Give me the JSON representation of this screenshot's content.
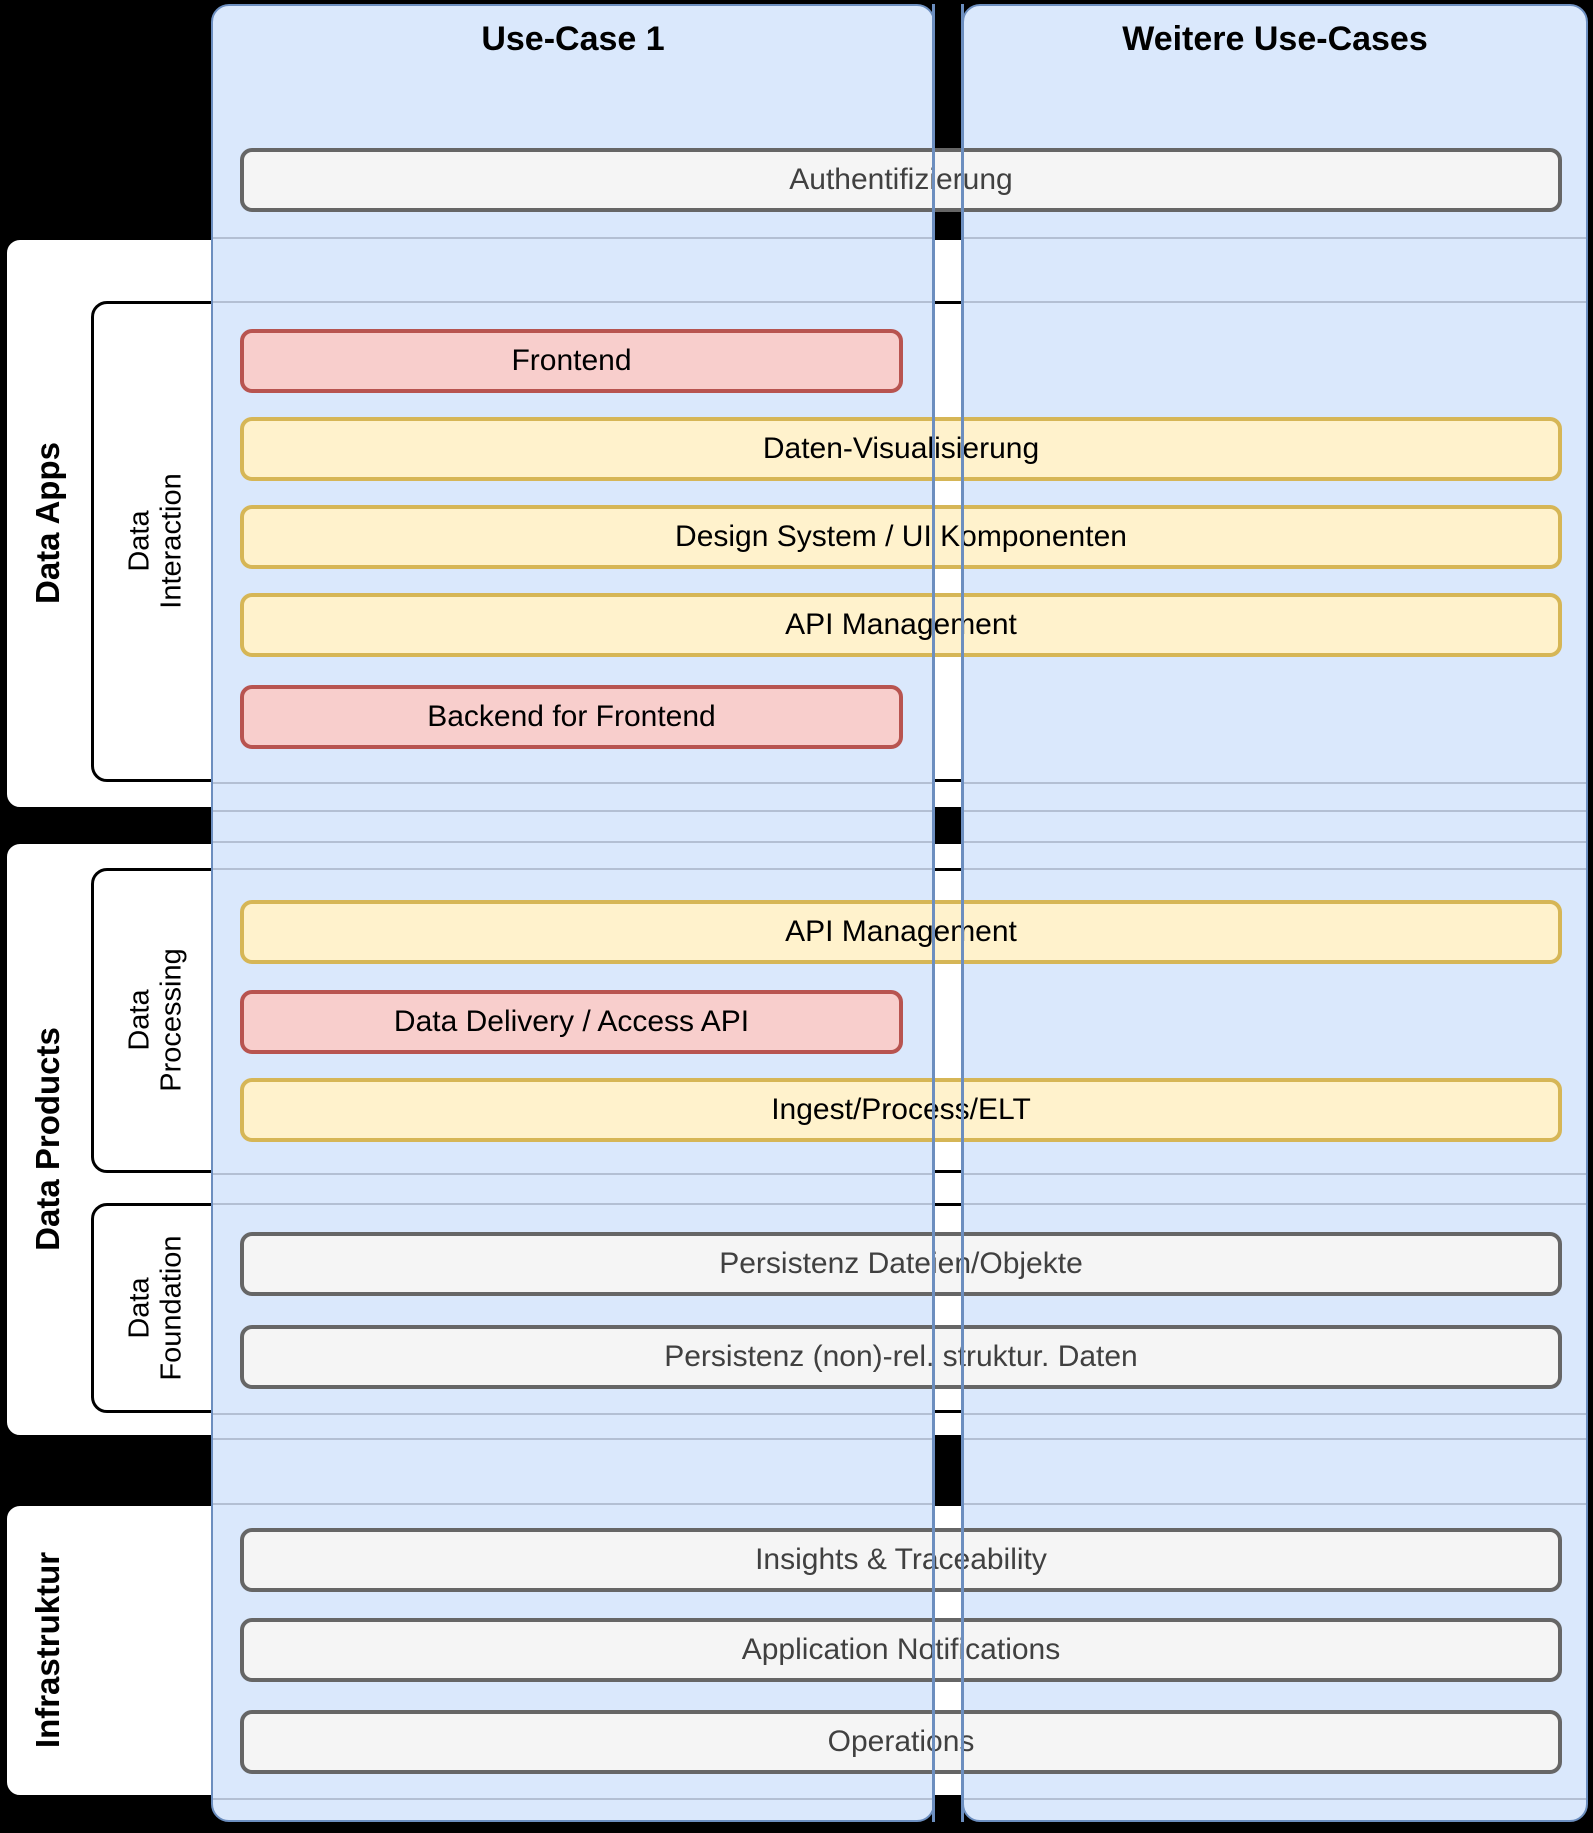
{
  "diagram_title": "Data platform use-case architecture",
  "colors": {
    "background": "#000000",
    "panel_fill": "#DAE8FC",
    "panel_stroke": "#6C8EBF",
    "group_box_fill": "#FFFFFF",
    "group_box_stroke": "#000000",
    "bar_gray_fill": "#F5F5F5",
    "bar_gray_stroke": "#666666",
    "bar_yellow_fill": "#FFF2CC",
    "bar_yellow_stroke": "#D6B656",
    "bar_red_fill": "#F8CECC",
    "bar_red_stroke": "#B85450",
    "text": "#000000",
    "gray_bar_text": "#404040"
  },
  "columns": [
    {
      "id": "use-case-1",
      "label": "Use-Case 1"
    },
    {
      "id": "weitere-use-cases",
      "label": "Weitere Use-Cases"
    }
  ],
  "sidebar": {
    "groups": [
      {
        "id": "data-apps",
        "label": "Data Apps",
        "sublayers": [
          {
            "id": "data-interaction",
            "label": "Data Interaction"
          }
        ]
      },
      {
        "id": "data-products",
        "label": "Data Products",
        "sublayers": [
          {
            "id": "data-processing",
            "label": "Data Processing"
          },
          {
            "id": "data-foundation",
            "label": "Data Foundation"
          }
        ]
      },
      {
        "id": "infrastruktur",
        "label": "Infrastruktur",
        "sublayers": []
      }
    ]
  },
  "bars": [
    {
      "id": "authentifizierung",
      "label": "Authentifizierung",
      "variant": "gray",
      "span": "full"
    },
    {
      "id": "frontend",
      "label": "Frontend",
      "variant": "red",
      "span": "short"
    },
    {
      "id": "daten-visualisierung",
      "label": "Daten-Visualisierung",
      "variant": "yellow",
      "span": "full"
    },
    {
      "id": "design-system",
      "label": "Design System / UI Komponenten",
      "variant": "yellow",
      "span": "full"
    },
    {
      "id": "api-management-1",
      "label": "API Management",
      "variant": "yellow",
      "span": "full"
    },
    {
      "id": "backend-for-frontend",
      "label": "Backend for Frontend",
      "variant": "red",
      "span": "short"
    },
    {
      "id": "api-management-2",
      "label": "API Management",
      "variant": "yellow",
      "span": "full"
    },
    {
      "id": "data-delivery-access-api",
      "label": "Data Delivery / Access API",
      "variant": "red",
      "span": "short"
    },
    {
      "id": "ingest-process-elt",
      "label": "Ingest/Process/ELT",
      "variant": "yellow",
      "span": "full"
    },
    {
      "id": "persistenz-dateien-objekte",
      "label": "Persistenz Dateien/Objekte",
      "variant": "gray",
      "span": "full"
    },
    {
      "id": "persistenz-non-rel",
      "label": "Persistenz (non)-rel. struktur. Daten",
      "variant": "gray",
      "span": "full"
    },
    {
      "id": "insights-traceability",
      "label": "Insights & Traceability",
      "variant": "gray",
      "span": "full"
    },
    {
      "id": "application-notifications",
      "label": "Application Notifications",
      "variant": "gray",
      "span": "full"
    },
    {
      "id": "operations",
      "label": "Operations",
      "variant": "gray",
      "span": "full"
    }
  ]
}
